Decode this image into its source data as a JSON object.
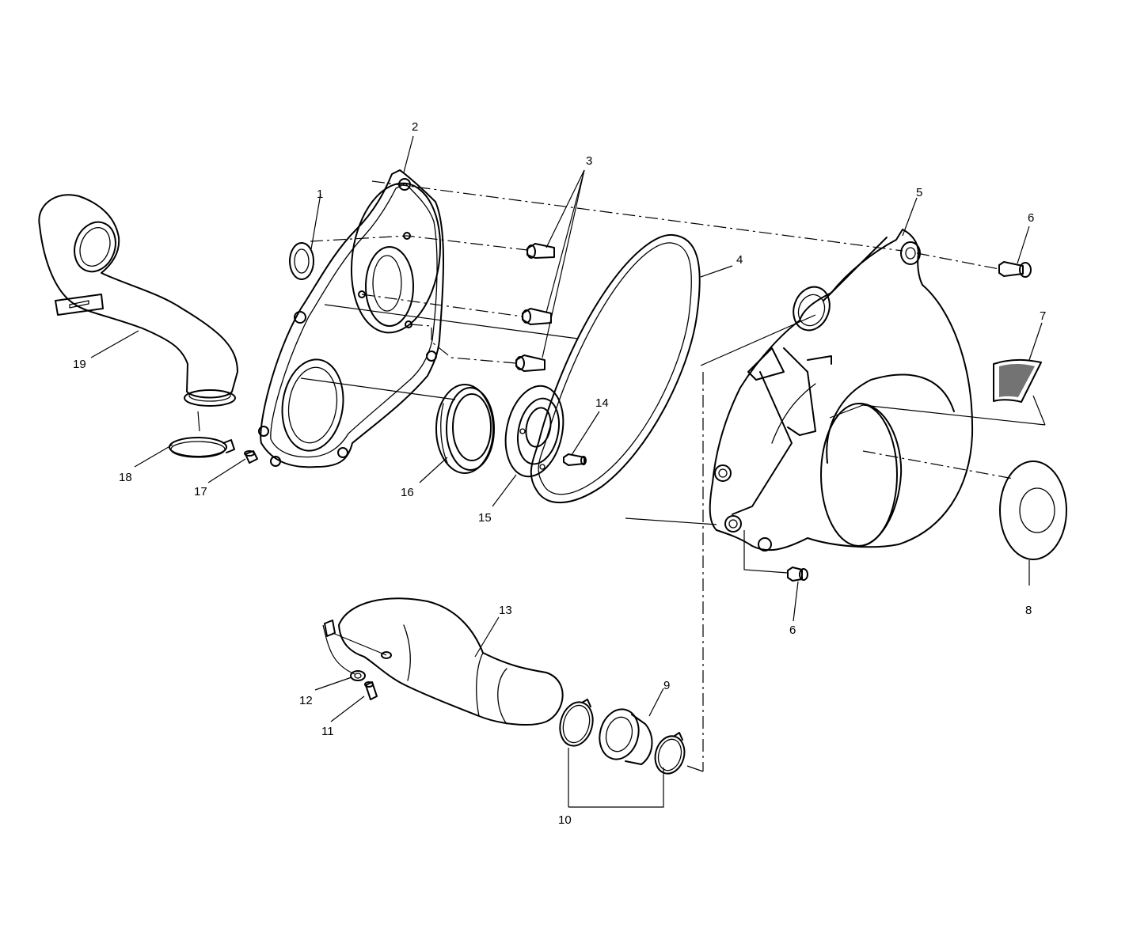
{
  "callouts": {
    "c1": "1",
    "c2": "2",
    "c3": "3",
    "c4": "4",
    "c5": "5",
    "c6a": "6",
    "c6b": "6",
    "c7": "7",
    "c8": "8",
    "c9": "9",
    "c10": "10",
    "c11": "11",
    "c12": "12",
    "c13": "13",
    "c14": "14",
    "c15": "15",
    "c16": "16",
    "c17": "17",
    "c18": "18",
    "c19": "19"
  }
}
